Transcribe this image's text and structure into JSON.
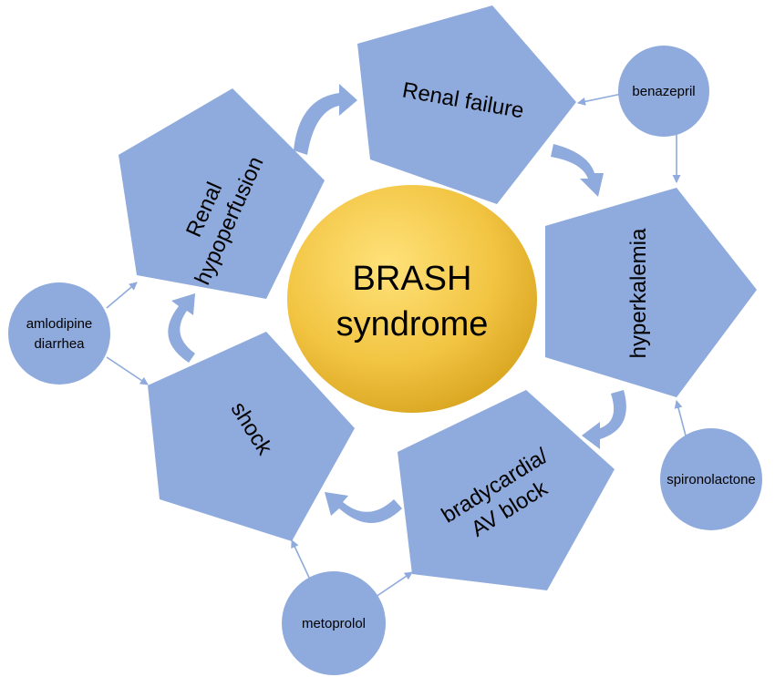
{
  "center": {
    "line1": "BRASH",
    "line2": "syndrome"
  },
  "nodes": {
    "renal_failure": "Renal failure",
    "renal_hypoperfusion": {
      "line1": "Renal",
      "line2": "hypoperfusion"
    },
    "hyperkalemia": "hyperkalemia",
    "shock": "shock",
    "bradycardia": {
      "line1": "bradycardia/",
      "line2": "AV block"
    }
  },
  "drugs": {
    "benazepril": "benazepril",
    "amlodipine": {
      "line1": "amlodipine",
      "line2": "diarrhea"
    },
    "spironolactone": "spironolactone",
    "metoprolol": "metoprolol"
  },
  "colors": {
    "shape_fill": "#8faadc",
    "center_fill_light": "#ffe27a",
    "center_fill_dark": "#d9a520",
    "text": "#000000"
  }
}
